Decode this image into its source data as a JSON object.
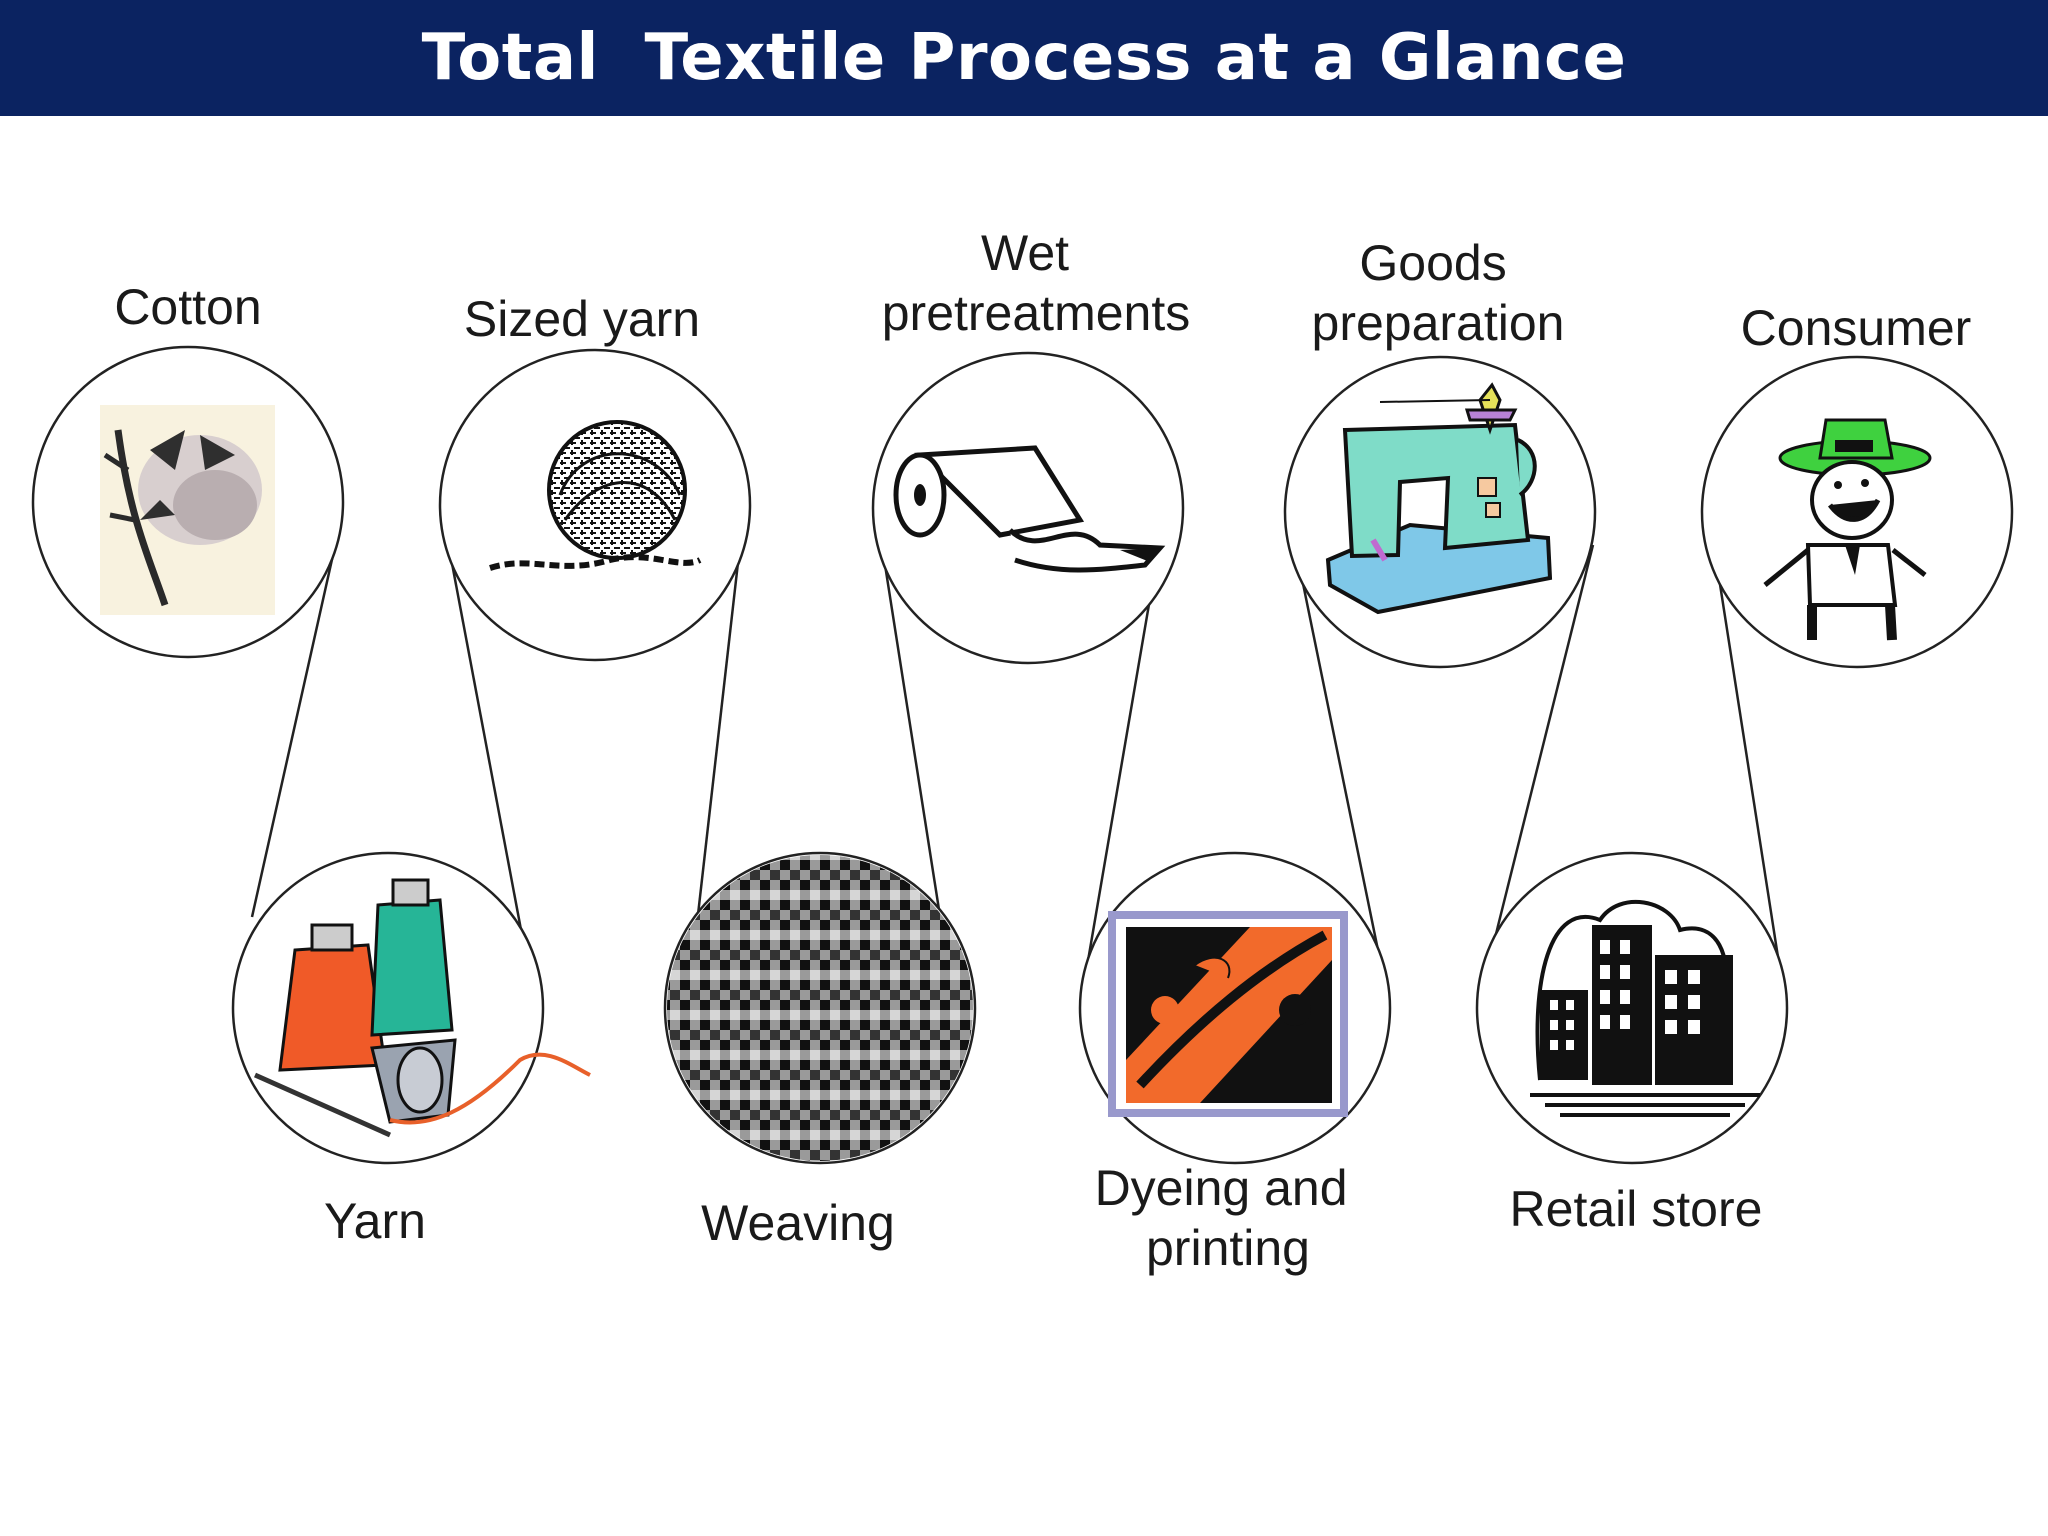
{
  "slide": {
    "title": "Total  Textile Process at a Glance",
    "colors": {
      "title_bar": "#0b2361",
      "title_text": "#ffffff",
      "line": "#222222"
    }
  },
  "stages": [
    {
      "id": "cotton",
      "order": 1,
      "row": "top",
      "label_lines": [
        "Cotton"
      ],
      "icon": "cotton-boll-icon"
    },
    {
      "id": "yarn",
      "order": 2,
      "row": "bottom",
      "label_lines": [
        "Yarn"
      ],
      "icon": "thread-spools-icon"
    },
    {
      "id": "sized-yarn",
      "order": 3,
      "row": "top",
      "label_lines": [
        "Sized yarn"
      ],
      "icon": "yarn-ball-icon"
    },
    {
      "id": "weaving",
      "order": 4,
      "row": "bottom",
      "label_lines": [
        "Weaving"
      ],
      "icon": "woven-fabric-icon"
    },
    {
      "id": "wet-pretreatments",
      "order": 5,
      "row": "top",
      "label_lines": [
        "Wet",
        "pretreatments"
      ],
      "icon": "fabric-roll-icon"
    },
    {
      "id": "dyeing-printing",
      "order": 6,
      "row": "bottom",
      "label_lines": [
        "Dyeing and",
        "printing"
      ],
      "icon": "printed-fabric-icon"
    },
    {
      "id": "goods-preparation",
      "order": 7,
      "row": "top",
      "label_lines": [
        "Goods",
        "preparation"
      ],
      "icon": "sewing-machine-icon"
    },
    {
      "id": "retail-store",
      "order": 8,
      "row": "bottom",
      "label_lines": [
        "Retail store"
      ],
      "icon": "buildings-icon"
    },
    {
      "id": "consumer",
      "order": 9,
      "row": "top",
      "label_lines": [
        "Consumer"
      ],
      "icon": "consumer-man-icon"
    }
  ]
}
